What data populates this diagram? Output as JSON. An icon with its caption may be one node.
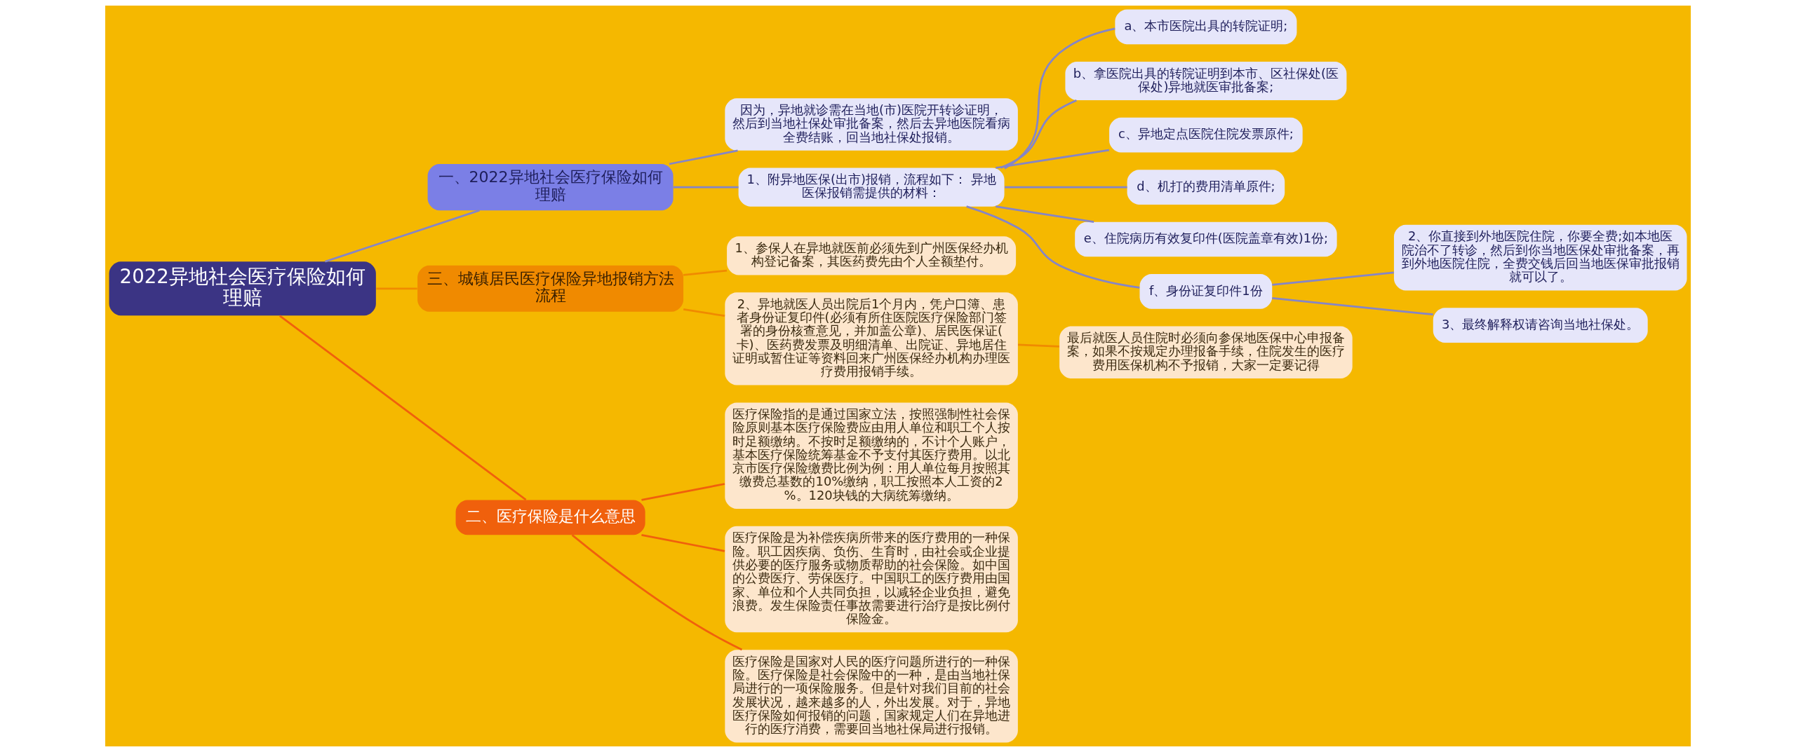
{
  "diagram": {
    "nodes": [
      {
        "text": [
          "2022异地社会医疗保险如何理赔"
        ]
      },
      {
        "text": [
          "一、2022异地社会医疗保险如何理赔"
        ]
      },
      {
        "text": [
          "因为，异地就诊需在当地(市)医院开转诊证明，然后到当地社保处审批备案，然后去异地医院看病全费结账，回当地社保处报销。"
        ]
      },
      {
        "text": [
          "1、附异地医保(出市)报销，流程如下： 异地医保报销需提供的材料："
        ]
      },
      {
        "text": [
          "a、本市医院出具的转院证明;"
        ]
      },
      {
        "text": [
          "b、拿医院出具的转院证明到本市、区社保处(医保处)异地就医审批备案;"
        ]
      },
      {
        "text": [
          "c、异地定点医院住院发票原件;"
        ]
      },
      {
        "text": [
          "d、机打的费用清单原件;"
        ]
      },
      {
        "text": [
          "e、住院病历有效复印件(医院盖章有效)1份;"
        ]
      },
      {
        "text": [
          "f、身份证复印件1份"
        ]
      },
      {
        "text": [
          "2、你直接到外地医院住院，你要全费;如本地医院治不了转诊，然后到你当地医保处审批备案，再到外地医院住院，全费交钱后回当地医保审批报销就可以了。"
        ]
      },
      {
        "text": [
          "3、最终解释权请咨询当地社保处。"
        ]
      },
      {
        "text": [
          "三、城镇居民医疗保险异地报销方法流程"
        ]
      },
      {
        "text": [
          "1、参保人在异地就医前必须先到广州医保经办机构登记备案，其医药费先由个人全额垫付。"
        ]
      },
      {
        "text": [
          "2、异地就医人员出院后1个月内，凭户口簿、患者身份证复印件(必须有所住医院医疗保险部门签署的身份核查意见，并加盖公章)、居民医保证(卡)、医药费发票及明细清单、出院证、异地居住证明或暂住证等资料回来广州医保经办机构办理医疗费用报销手续。"
        ]
      },
      {
        "text": [
          "最后就医人员住院时必须向参保地医保中心申报备案，如果不按规定办理报备手续，住院发生的医疗费用医保机构不予报销，大家一定要记得"
        ]
      },
      {
        "text": [
          "二、医疗保险是什么意思"
        ]
      },
      {
        "text": [
          "医疗保险指的是通过国家立法，按照强制性社会保险原则基本医疗保险费应由用人单位和职工个人按时足额缴纳。不按时足额缴纳的，不计个人账户，基本医疗保险统筹基金不予支付其医疗费用。以北京市医疗保险缴费比例为例：用人单位每月按照其缴费总基数的10%缴纳，职工按照本人工资的2%。120块钱的大病统筹缴纳。"
        ]
      },
      {
        "text": [
          "医疗保险是为补偿疾病所带来的医疗费用的一种保险。职工因疾病、负伤、生育时，由社会或企业提供必要的医疗服务或物质帮助的社会保险。如中国的公费医疗、劳保医疗。中国职工的医疗费用由国家、单位和个人共同负担，以减轻企业负担，避免浪费。发生保险责任事故需要进行治疗是按比例付保险金。"
        ]
      },
      {
        "text": [
          "医疗保险是国家对人民的医疗问题所进行的一种保险。医疗保险是社会保险中的一种，是由当地社保局进行的一项保险服务。但是针对我们目前的社会发展状况，越来越多的人，外出发展。对于，异地医疗保险如何报销的问题，国家规定人们在异地进行的医疗消费，需要回当地社保局进行报销。"
        ]
      }
    ],
    "edges": [
      {
        "from": 0,
        "to": 1,
        "arrow": "none"
      },
      {
        "from": 1,
        "to": 2,
        "arrow": "none"
      },
      {
        "from": 1,
        "to": 3,
        "arrow": "none"
      },
      {
        "from": 3,
        "to": 4,
        "arrow": "none"
      },
      {
        "from": 3,
        "to": 5,
        "arrow": "none"
      },
      {
        "from": 3,
        "to": 6,
        "arrow": "none"
      },
      {
        "from": 3,
        "to": 7,
        "arrow": "none"
      },
      {
        "from": 3,
        "to": 8,
        "arrow": "none"
      },
      {
        "from": 3,
        "to": 9,
        "arrow": "none"
      },
      {
        "from": 9,
        "to": 10,
        "arrow": "none"
      },
      {
        "from": 9,
        "to": 11,
        "arrow": "none"
      },
      {
        "from": 0,
        "to": 12,
        "arrow": "none",
        "color": "#f08a00"
      },
      {
        "from": 12,
        "to": 13,
        "arrow": "none",
        "color": "#f08a00"
      },
      {
        "from": 12,
        "to": 14,
        "arrow": "none",
        "color": "#f08a00"
      },
      {
        "from": 14,
        "to": 15,
        "arrow": "none",
        "color": "#f08a00"
      },
      {
        "from": 0,
        "to": 16,
        "arrow": "none",
        "color": "#f0600c"
      },
      {
        "from": 16,
        "to": 17,
        "arrow": "none",
        "color": "#f0600c"
      },
      {
        "from": 16,
        "to": 18,
        "arrow": "none",
        "color": "#f0600c"
      },
      {
        "from": 16,
        "to": 19,
        "arrow": "none",
        "color": "#f0600c"
      }
    ]
  }
}
